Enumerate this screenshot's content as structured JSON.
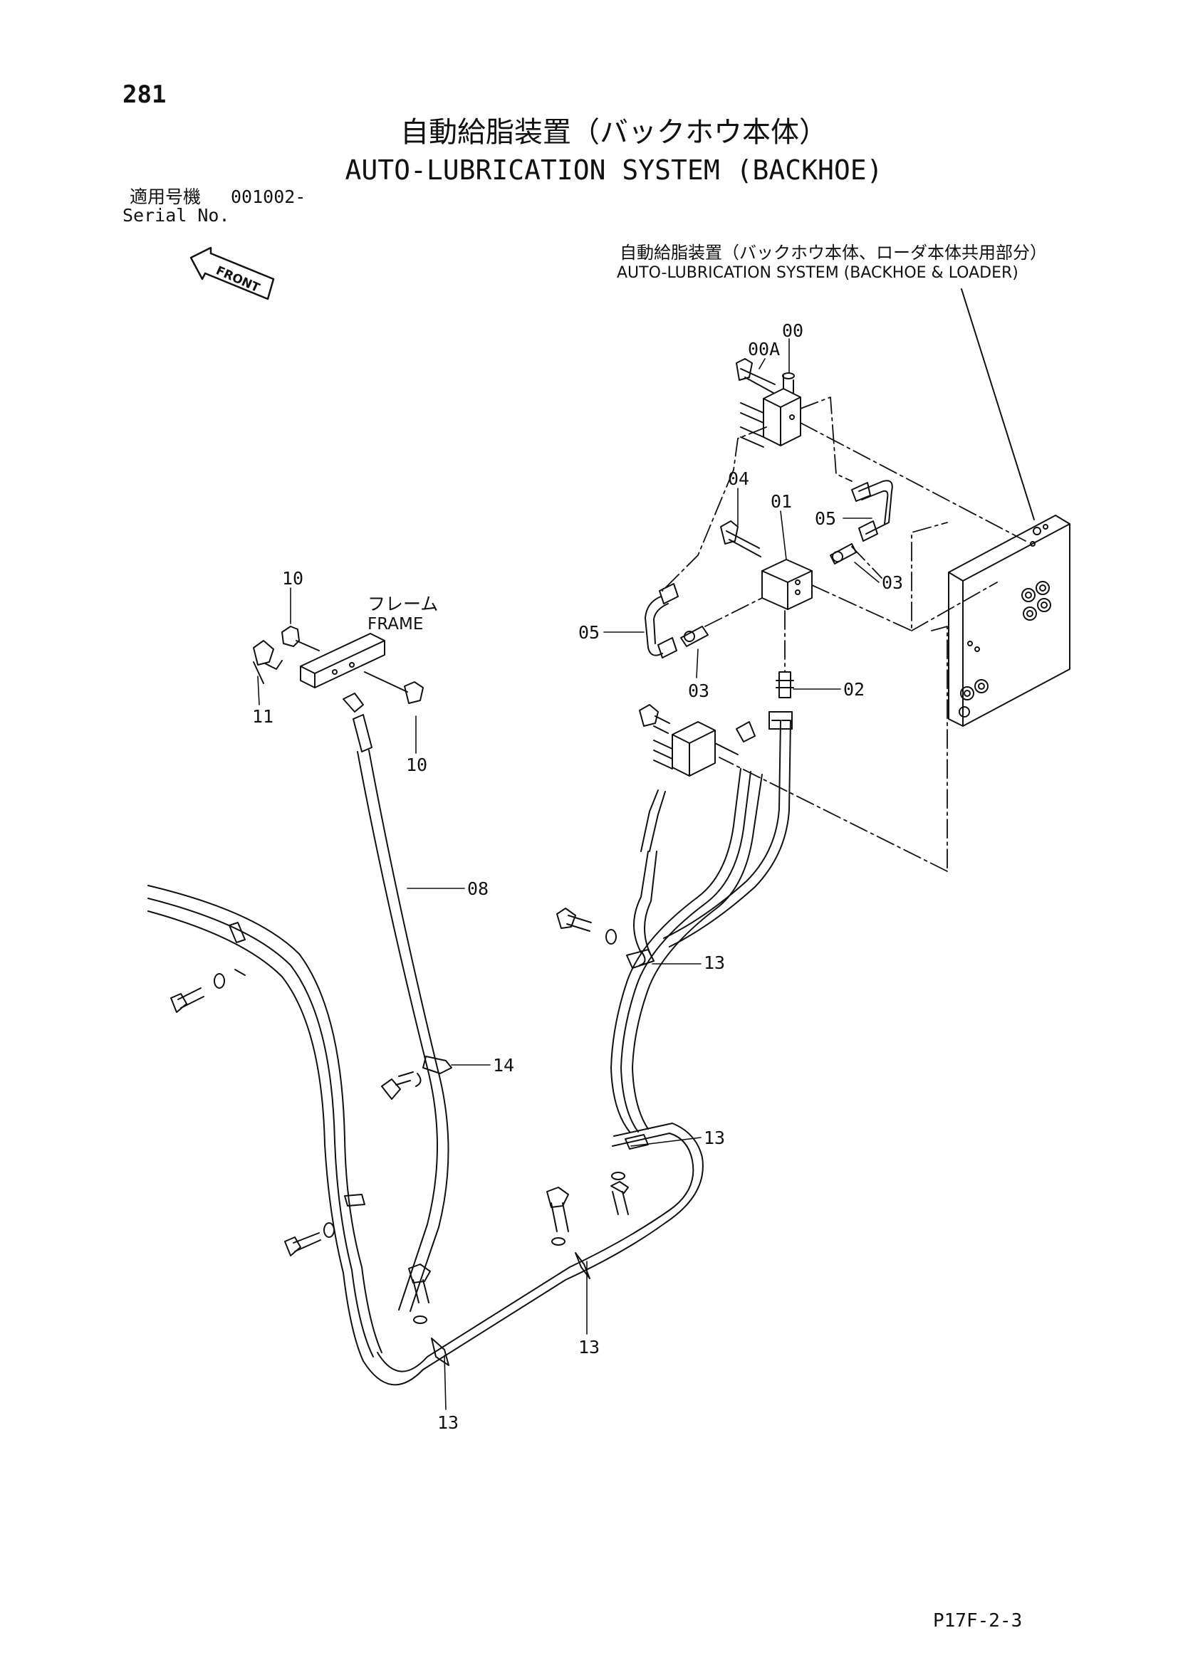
{
  "page": {
    "number": "281",
    "title_ja": "自動給脂装置（バックホウ本体）",
    "title_en": "AUTO-LUBRICATION SYSTEM (BACKHOE)",
    "serial_label_ja": "適用号機",
    "serial_value": "001002-",
    "serial_label_en": "Serial No.",
    "drawing_code": "P17F-2-3"
  },
  "front_marker": "FRONT",
  "subassembly": {
    "label_ja": "自動給脂装置（バックホウ本体、ローダ本体共用部分）",
    "label_en": "AUTO-LUBRICATION SYSTEM (BACKHOE & LOADER)"
  },
  "frame": {
    "label_ja": "フレーム",
    "label_en": "FRAME"
  },
  "callouts": [
    {
      "id": "c-00",
      "text": "00"
    },
    {
      "id": "c-00a",
      "text": "00A"
    },
    {
      "id": "c-04",
      "text": "04"
    },
    {
      "id": "c-01",
      "text": "01"
    },
    {
      "id": "c-05-right",
      "text": "05"
    },
    {
      "id": "c-03-right",
      "text": "03"
    },
    {
      "id": "c-05-left",
      "text": "05"
    },
    {
      "id": "c-03-left",
      "text": "03"
    },
    {
      "id": "c-02",
      "text": "02"
    },
    {
      "id": "c-10-top",
      "text": "10"
    },
    {
      "id": "c-11",
      "text": "11"
    },
    {
      "id": "c-10-bottom",
      "text": "10"
    },
    {
      "id": "c-08",
      "text": "08"
    },
    {
      "id": "c-14",
      "text": "14"
    },
    {
      "id": "c-13-a",
      "text": "13"
    },
    {
      "id": "c-13-b",
      "text": "13"
    },
    {
      "id": "c-13-c",
      "text": "13"
    },
    {
      "id": "c-13-d",
      "text": "13"
    }
  ]
}
